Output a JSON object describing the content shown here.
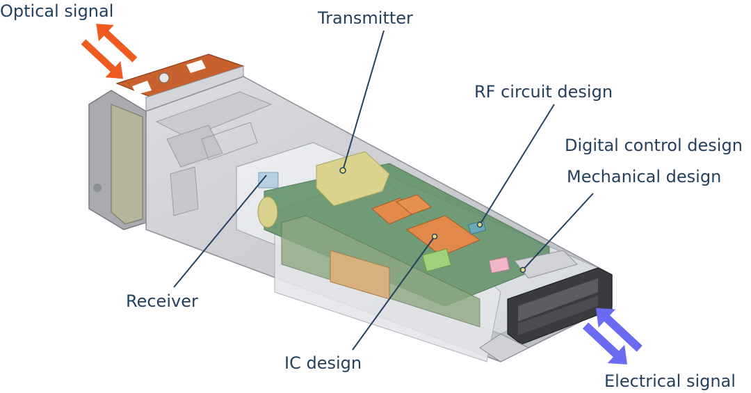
{
  "labels": {
    "optical_signal": "Optical signal",
    "transmitter": "Transmitter",
    "rf_circuit_design": "RF circuit design",
    "digital_control_design": "Digital control design",
    "mechanical_design": "Mechanical design",
    "receiver": "Receiver",
    "ic_design": "IC design",
    "electrical_signal": "Electrical signal"
  },
  "colors": {
    "label_text": "#23405e",
    "leader_line": "#23405e",
    "optical_arrow": "#ee5a1f",
    "electrical_arrow": "#6b6bf2"
  }
}
